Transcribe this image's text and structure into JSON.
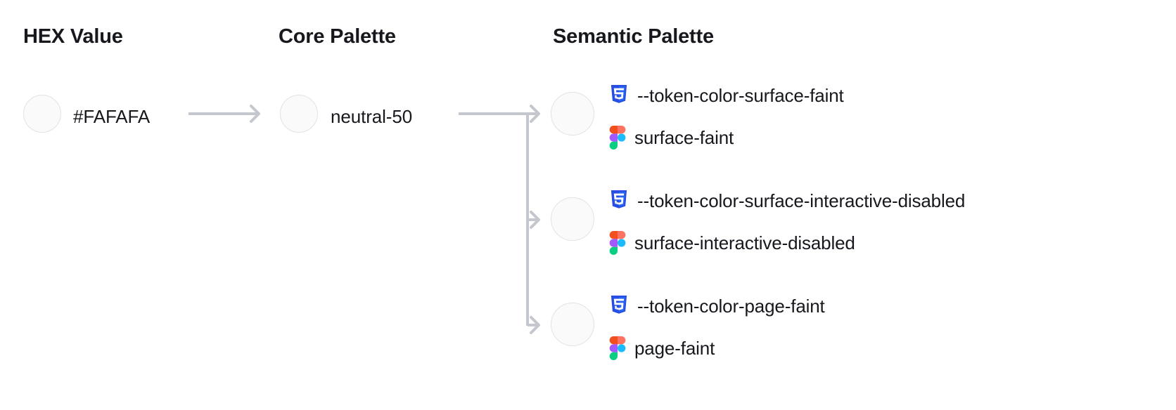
{
  "columns": {
    "hex": {
      "heading": "HEX Value"
    },
    "core": {
      "heading": "Core Palette"
    },
    "semantic": {
      "heading": "Semantic Palette"
    }
  },
  "hex": {
    "value": "#FAFAFA",
    "swatch_color": "#FAFAFA"
  },
  "core": {
    "value": "neutral-50",
    "swatch_color": "#FAFAFA"
  },
  "semantic_tokens": [
    {
      "css_icon": "css3-icon",
      "css_token": "--token-color-surface-faint",
      "figma_icon": "figma-icon",
      "figma_token": "surface-faint",
      "swatch_color": "#FAFAFA"
    },
    {
      "css_icon": "css3-icon",
      "css_token": "--token-color-surface-interactive-disabled",
      "figma_icon": "figma-icon",
      "figma_token": "surface-interactive-disabled",
      "swatch_color": "#FAFAFA"
    },
    {
      "css_icon": "css3-icon",
      "css_token": "--token-color-page-faint",
      "figma_icon": "figma-icon",
      "figma_token": "page-faint",
      "swatch_color": "#FAFAFA"
    }
  ],
  "theme": {
    "text_color": "#16181D",
    "connector_color": "#C4C7CE",
    "swatch_border": "#E2E2E6",
    "css_blue_dark": "#264DE4",
    "css_blue_light": "#2965F1",
    "figma_orange": "#F24E1E",
    "figma_salmon": "#FF7262",
    "figma_purple": "#A259FF",
    "figma_blue": "#1ABCFE",
    "figma_green": "#0ACF83"
  }
}
